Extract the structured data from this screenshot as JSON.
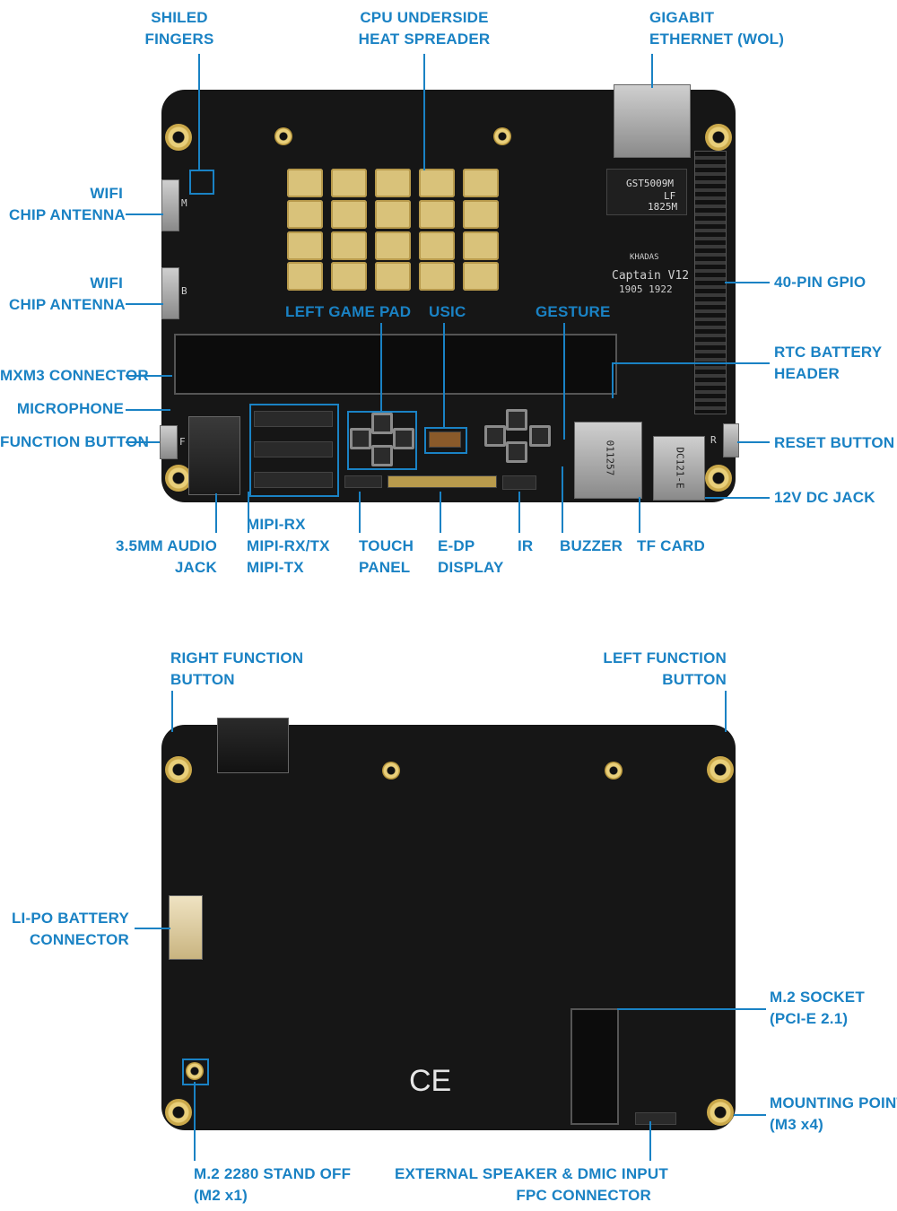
{
  "top_labels": {
    "shield_fingers": [
      "SHILED",
      "FINGERS"
    ],
    "cpu_heat_spreader": [
      "CPU UNDERSIDE",
      "HEAT SPREADER"
    ],
    "ethernet": [
      "GIGABIT",
      "ETHERNET (WOL)"
    ],
    "wifi_antenna_m": [
      "WIFI",
      "CHIP ANTENNA"
    ],
    "wifi_antenna_b": [
      "WIFI",
      "CHIP ANTENNA"
    ],
    "gpio": "40-PIN GPIO",
    "left_game_pad": "LEFT GAME PAD",
    "usic": "USIC",
    "gesture": "GESTURE",
    "rtc_battery": [
      "RTC BATTERY",
      "HEADER"
    ],
    "mxm3": "MXM3 CONNECTOR",
    "microphone": "MICROPHONE",
    "function_button": "FUNCTION BUTTON",
    "reset_button": "RESET BUTTON",
    "dc_jack": "12V DC JACK",
    "audio_jack": [
      "3.5MM AUDIO",
      "JACK"
    ],
    "mipi": [
      "MIPI-RX",
      "MIPI-RX/TX",
      "MIPI-TX"
    ],
    "touch_panel": [
      "TOUCH",
      "PANEL"
    ],
    "edp": [
      "E-DP",
      "DISPLAY"
    ],
    "ir": "IR",
    "buzzer": "BUZZER",
    "tf_card": "TF CARD"
  },
  "bottom_labels": {
    "right_function": [
      "RIGHT FUNCTION",
      "BUTTON"
    ],
    "left_function": [
      "LEFT FUNCTION",
      "BUTTON"
    ],
    "lipo": [
      "LI-PO BATTERY",
      "CONNECTOR"
    ],
    "m2_socket": [
      "M.2 SOCKET",
      "(PCI-E 2.1)"
    ],
    "mounting_point": [
      "MOUNTING POINT",
      "(M3 x4)"
    ],
    "standoff": [
      "M.2 2280 STAND OFF",
      "(M2 x1)"
    ],
    "speaker_dmic": [
      "EXTERNAL SPEAKER & DMIC INPUT",
      "FPC CONNECTOR"
    ]
  },
  "board_text": {
    "brand": "KHADAS",
    "model": "Captain V12",
    "date": "1905   1922",
    "magnetics": "GST5009M",
    "magnetics_sub": "LF",
    "magnetics_code": "1825M",
    "card_code": "011257",
    "jack_code": "DC121-E",
    "ce_mark": "CE",
    "silk_m": "M",
    "silk_b": "B",
    "silk_f": "F",
    "silk_r": "R"
  }
}
